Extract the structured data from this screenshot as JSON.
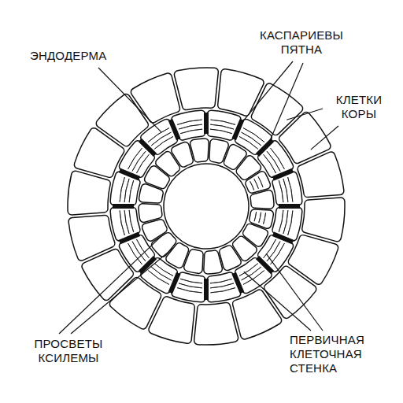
{
  "diagram": {
    "labels": [
      "ЭНДОДЕРМА",
      "КАСПАРИЕВЫ ПЯТНА",
      "КЛЕТКИ КОРЫ",
      "ПРОСВЕТЫ КСИЛЕМЫ",
      "ПЕРВИЧНАЯ КЛЕТОЧНАЯ СТЕНКА"
    ]
  }
}
